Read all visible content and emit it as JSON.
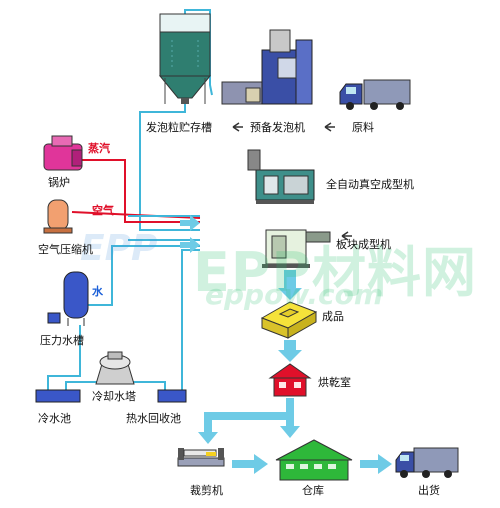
{
  "labels": {
    "hopper": "发泡粒贮存槽",
    "pre_expander": "预备发泡机",
    "raw_material": "原料",
    "boiler": "锅炉",
    "steam": "蒸汽",
    "air_compressor": "空气压缩机",
    "air": "空气",
    "vacuum_molder": "全自动真空成型机",
    "block_molder": "板块成型机",
    "water": "水",
    "pressure_tank": "压力水槽",
    "product": "成品",
    "drying_room": "烘乾室",
    "cooling_tower": "冷却水塔",
    "cold_pool": "冷水池",
    "hot_pool": "热水回收池",
    "cutter": "裁剪机",
    "warehouse": "仓库",
    "shipping": "出货"
  },
  "watermark": {
    "logo": "EPP",
    "text": "EPP材料网",
    "url": "eppow.com"
  },
  "colors": {
    "pipe_blue": "#3fb6d9",
    "pipe_red": "#e0102a",
    "arrow": "#6ecbe6",
    "product_yellow": "#f5e23a",
    "drying_red": "#e0102a",
    "warehouse_green": "#2eb83a",
    "machine_blue": "#3a4fa6",
    "hopper_green": "#2f7e70"
  }
}
